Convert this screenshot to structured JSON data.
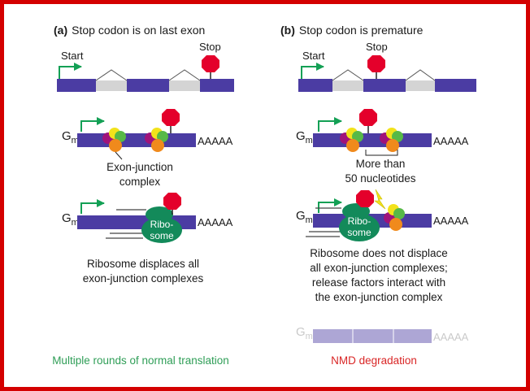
{
  "panel_a": {
    "letter": "(a)",
    "title": "Stop codon is on last exon",
    "start": "Start",
    "stop": "Stop",
    "cap": "G",
    "cap_sub": "m",
    "polya_1": "AAAAA",
    "polya_2": "AAAAA",
    "ejc_label_1": "Exon-junction",
    "ejc_label_2": "complex",
    "ribosome_1": "Ribo-",
    "ribosome_2": "some",
    "caption_1": "Ribosome displaces all",
    "caption_2": "exon-junction complexes",
    "outcome": "Multiple rounds of normal translation"
  },
  "panel_b": {
    "letter": "(b)",
    "title": "Stop codon is premature",
    "start": "Start",
    "stop": "Stop",
    "cap": "G",
    "cap_sub": "m",
    "polya_1": "AAAAA",
    "polya_2": "AAAAA",
    "polya_3": "AAAAA",
    "distance_1": "More than",
    "distance_2": "50 nucleotides",
    "ribosome_1": "Ribo-",
    "ribosome_2": "some",
    "caption_1": "Ribosome does not displace",
    "caption_2": "all exon-junction complexes;",
    "caption_3": "release factors interact with",
    "caption_4": "the exon-junction complex",
    "outcome": "NMD degradation"
  },
  "colors": {
    "border": "#d40000",
    "mrna": "#4b3ca3",
    "intron": "#d4d4d4",
    "stop": "#e4002b",
    "arrow": "#13a055",
    "ribosome": "#138a5a",
    "ejc_yellow": "#f2e21b",
    "ejc_green": "#57b947",
    "ejc_orange": "#f08a1c",
    "ejc_magenta": "#a0137a",
    "outcome_green": "#2f9e57",
    "outcome_red": "#d92626"
  }
}
